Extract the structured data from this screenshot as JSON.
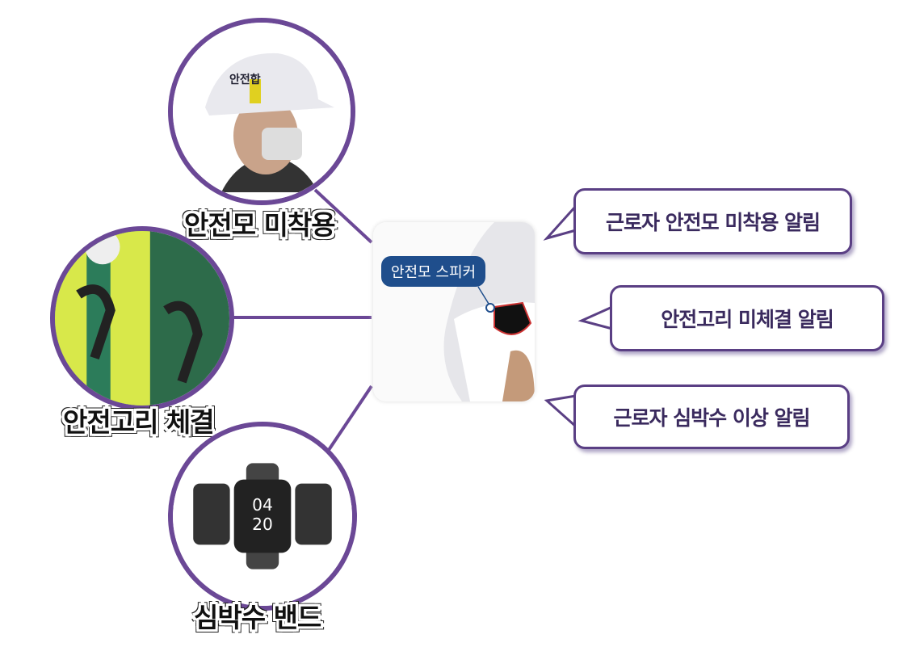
{
  "nodes": [
    {
      "label": "안전모 미착용"
    },
    {
      "label": "안전고리 체결"
    },
    {
      "label": "심박수 밴드"
    }
  ],
  "center": {
    "speaker_label": "안전모 스피커"
  },
  "watch_time": {
    "hours": "04",
    "minutes": "20"
  },
  "helmet_brand": "안전합",
  "alerts": [
    {
      "label": "근로자 안전모 미착용 알림"
    },
    {
      "label": "안전고리 미체결 알림"
    },
    {
      "label": "근로자 심박수 이상 알림"
    }
  ],
  "colors": {
    "accent": "#6b4896",
    "tag": "#1f4e8c",
    "alert_text": "#3a2a5e"
  }
}
